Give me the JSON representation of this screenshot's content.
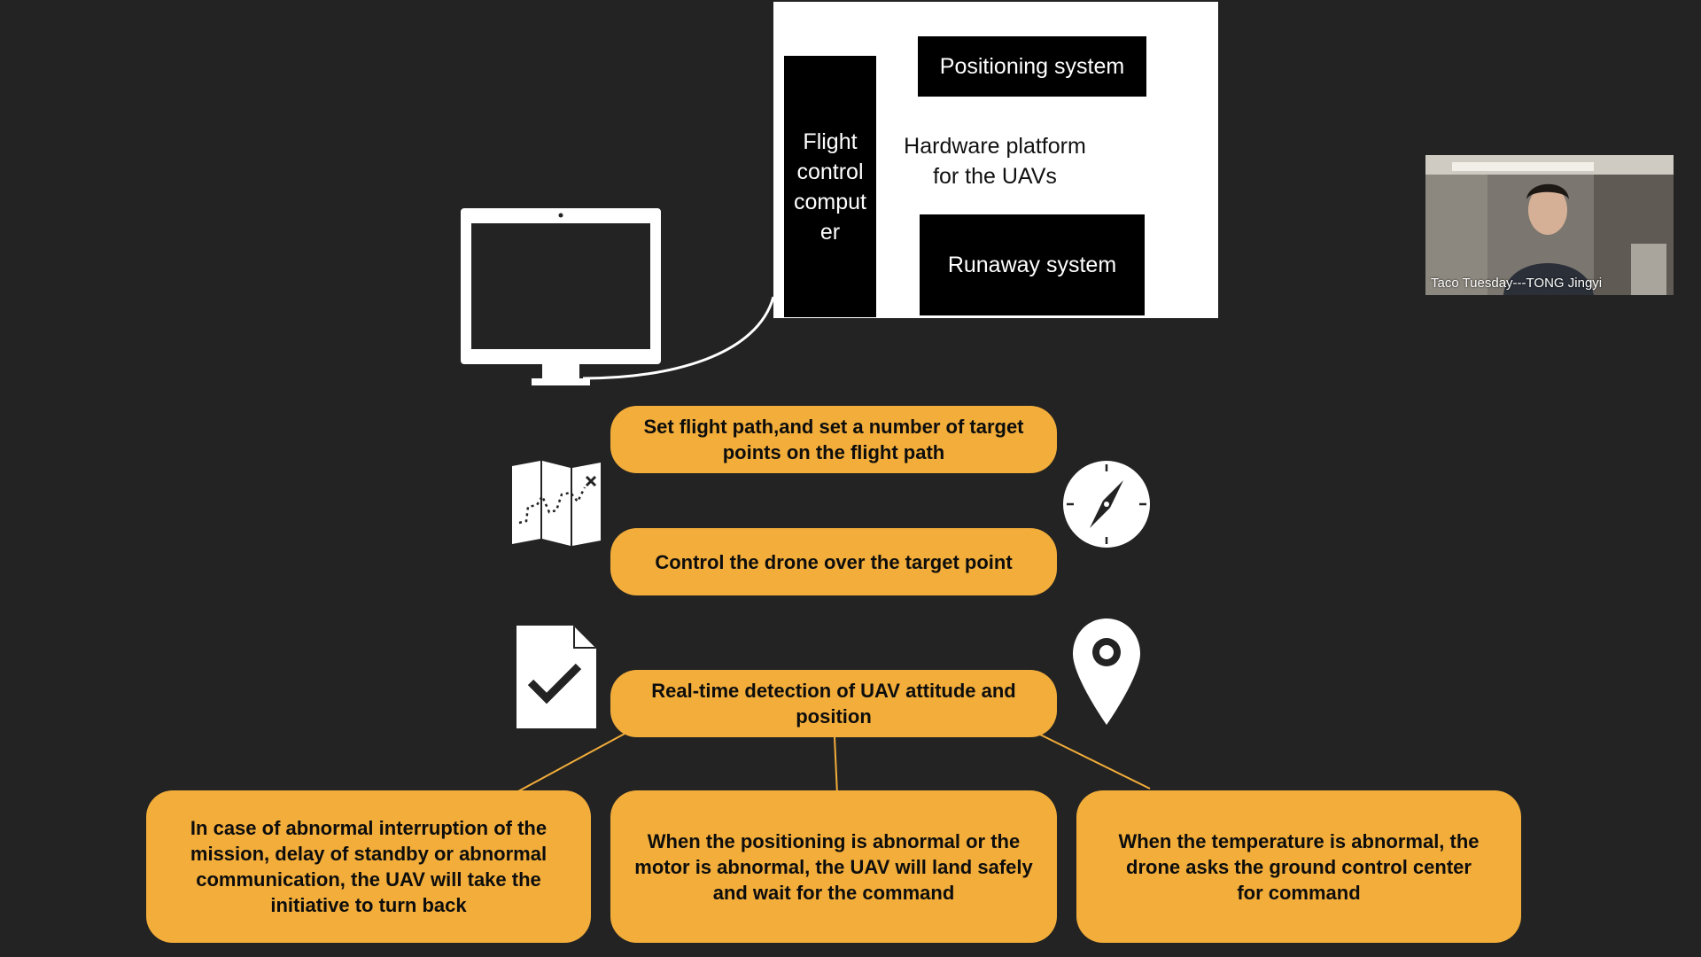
{
  "hardware": {
    "flight_control": "Flight control comput er",
    "positioning": "Positioning system",
    "platform_label": "Hardware platform for the UAVs",
    "runaway": "Runaway  system"
  },
  "steps": {
    "set_path": "Set flight path,and set a number of target points on the flight path",
    "control": "Control the drone over the target point",
    "detection": "Real-time detection of UAV attitude and position"
  },
  "outcomes": {
    "interruption": "In case of abnormal interruption of the mission, delay of standby or abnormal communication, the UAV will take the initiative to turn back",
    "positioning_abnormal": "When the positioning is abnormal or the motor is abnormal, the UAV will land safely and wait for the command",
    "temperature_abnormal": "When the temperature is abnormal, the drone asks the ground control center for command"
  },
  "video": {
    "participant_name": "Taco Tuesday---TONG Jingyi"
  },
  "icons": {
    "monitor": "monitor-icon",
    "map": "map-icon",
    "compass": "compass-icon",
    "document_check": "document-check-icon",
    "location_pin": "location-pin-icon"
  },
  "colors": {
    "background": "#232323",
    "accent": "#f2ad3a",
    "panel": "#ffffff"
  }
}
